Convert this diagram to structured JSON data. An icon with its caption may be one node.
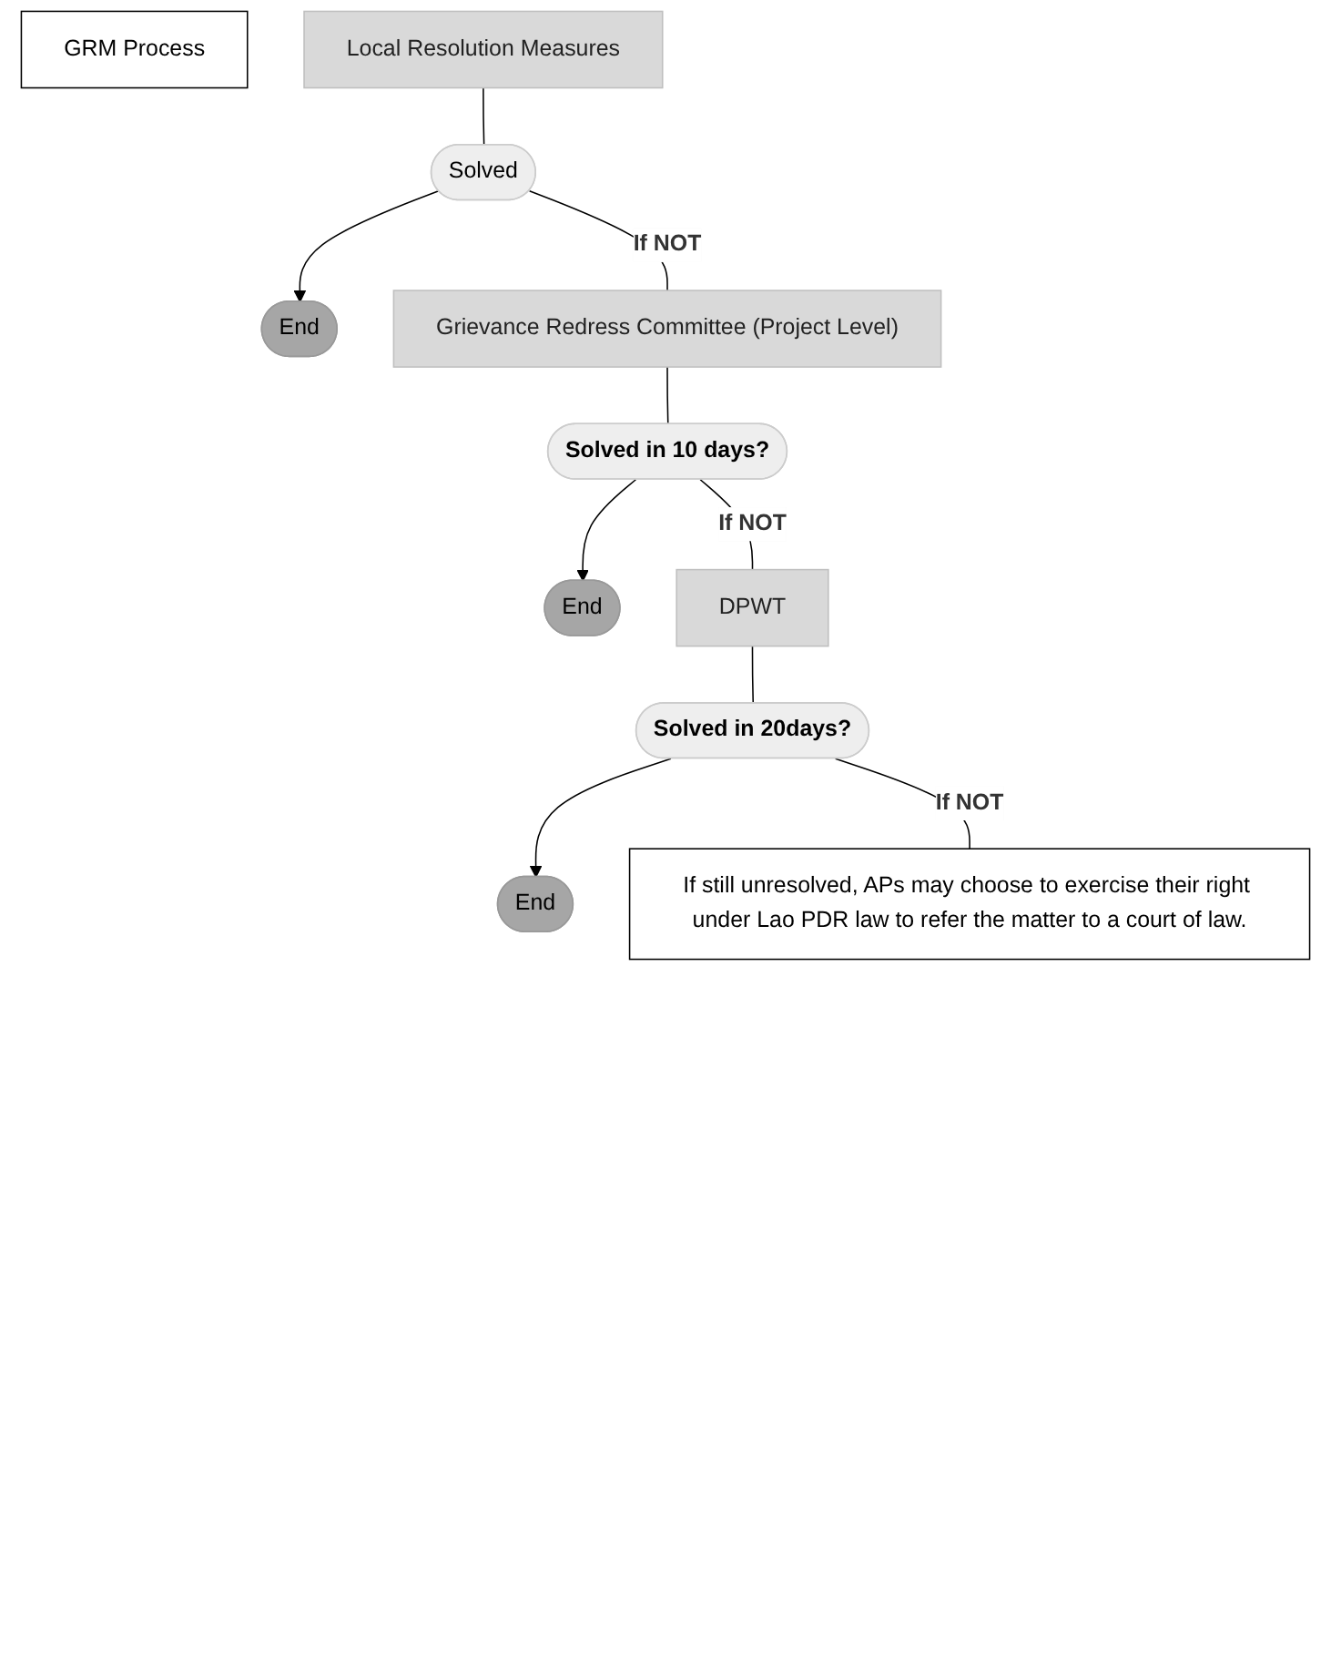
{
  "diagram": {
    "nodes": [
      {
        "text": [
          "GRM Process"
        ]
      },
      {
        "text": [
          "Local Resolution Measures"
        ]
      },
      {
        "text": [
          "Solved"
        ]
      },
      {
        "text": [
          "End"
        ]
      },
      {
        "text": [
          "Grievance Redress Committee (Project Level)"
        ]
      },
      {
        "text": [
          "Solved in 10 days?"
        ]
      },
      {
        "text": [
          "End"
        ]
      },
      {
        "text": [
          "DPWT"
        ]
      },
      {
        "text": [
          "Solved in 20days?"
        ]
      },
      {
        "text": [
          "End"
        ]
      },
      {
        "text": [
          "If still unresolved, APs may choose to exercise their right under Lao PDR law to refer the matter to a court of law."
        ]
      }
    ],
    "edges": [
      {
        "from": 1,
        "to": 2,
        "arrow": "none"
      },
      {
        "from": 2,
        "to": 3,
        "arrow": "to"
      },
      {
        "from": 2,
        "to": 4,
        "arrow": "none",
        "label": "If NOT"
      },
      {
        "from": 4,
        "to": 5,
        "arrow": "none"
      },
      {
        "from": 5,
        "to": 6,
        "arrow": "to"
      },
      {
        "from": 5,
        "to": 7,
        "arrow": "none",
        "label": "If NOT"
      },
      {
        "from": 7,
        "to": 8,
        "arrow": "none"
      },
      {
        "from": 8,
        "to": 9,
        "arrow": "to"
      },
      {
        "from": 8,
        "to": 10,
        "arrow": "none",
        "label": "If NOT"
      }
    ]
  }
}
